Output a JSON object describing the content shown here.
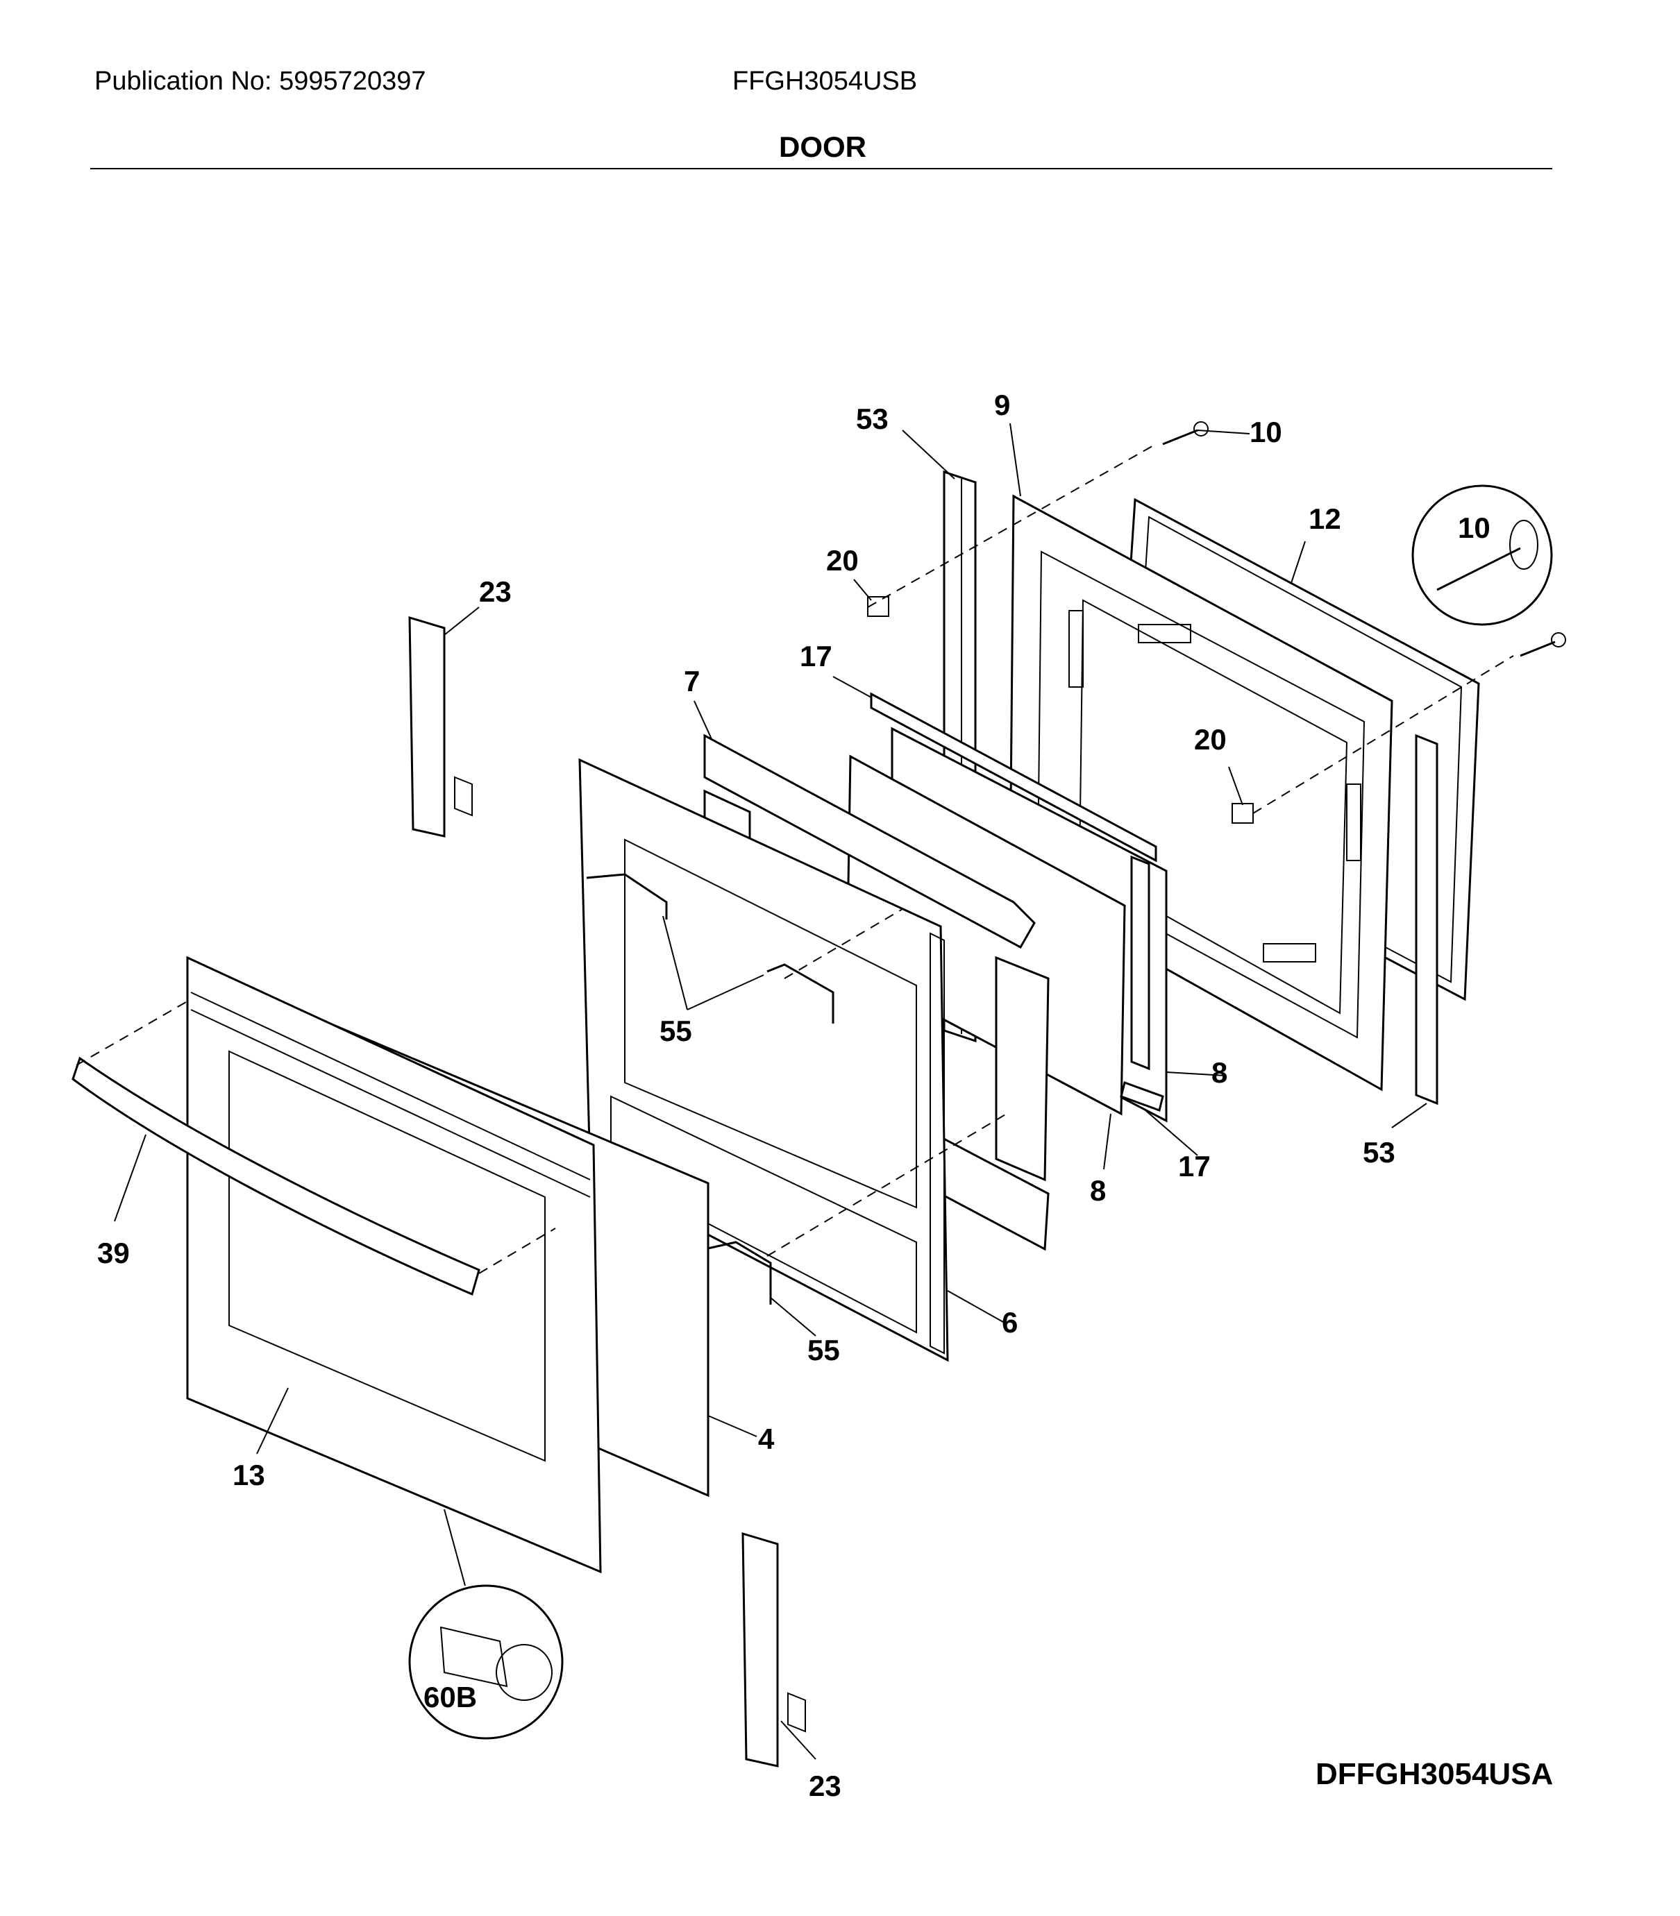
{
  "header": {
    "publication": "Publication No: 5995720397",
    "model": "FFGH3054USB",
    "section_title": "DOOR"
  },
  "diagram_id": "DFFGH3054USA",
  "callouts": {
    "c53_top": "53",
    "c9": "9",
    "c10_top": "10",
    "c12": "12",
    "c10_detail": "10",
    "c20_top": "20",
    "c23_top": "23",
    "c17_top": "17",
    "c7": "7",
    "c20_mid": "20",
    "c55_mid": "55",
    "c8_right": "8",
    "c8_bottom": "8",
    "c17_bottom": "17",
    "c53_bottom": "53",
    "c39": "39",
    "c6": "6",
    "c55_bottom": "55",
    "c4": "4",
    "c13": "13",
    "c60b": "60B",
    "c23_bottom": "23"
  }
}
